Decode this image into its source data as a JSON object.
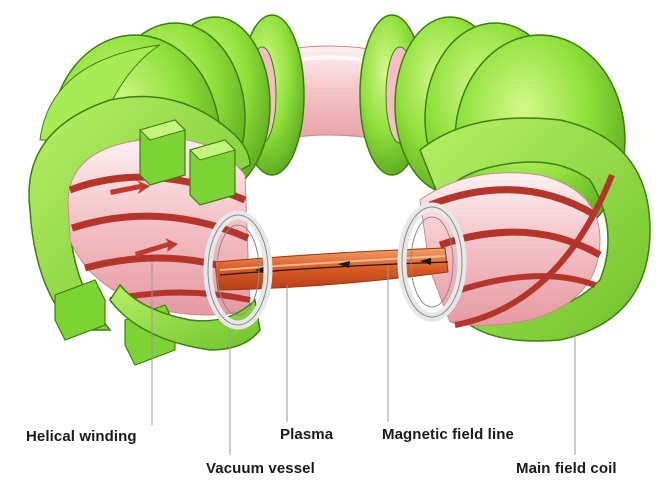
{
  "labels": {
    "helical_winding": "Helical winding",
    "vacuum_vessel": "Vacuum vessel",
    "plasma": "Plasma",
    "magnetic_field_line": "Magnetic field line",
    "main_field_coil": "Main field coil"
  },
  "colors": {
    "coil_green": "#8fe03a",
    "coil_green_light": "#c8f57a",
    "coil_green_dark": "#5aa81e",
    "vessel_pink": "#f6c9cc",
    "vessel_white": "#fbeef0",
    "winding_red": "#b5352b",
    "plasma_orange": "#e06a2a",
    "line_gray": "#9a9a9a"
  }
}
